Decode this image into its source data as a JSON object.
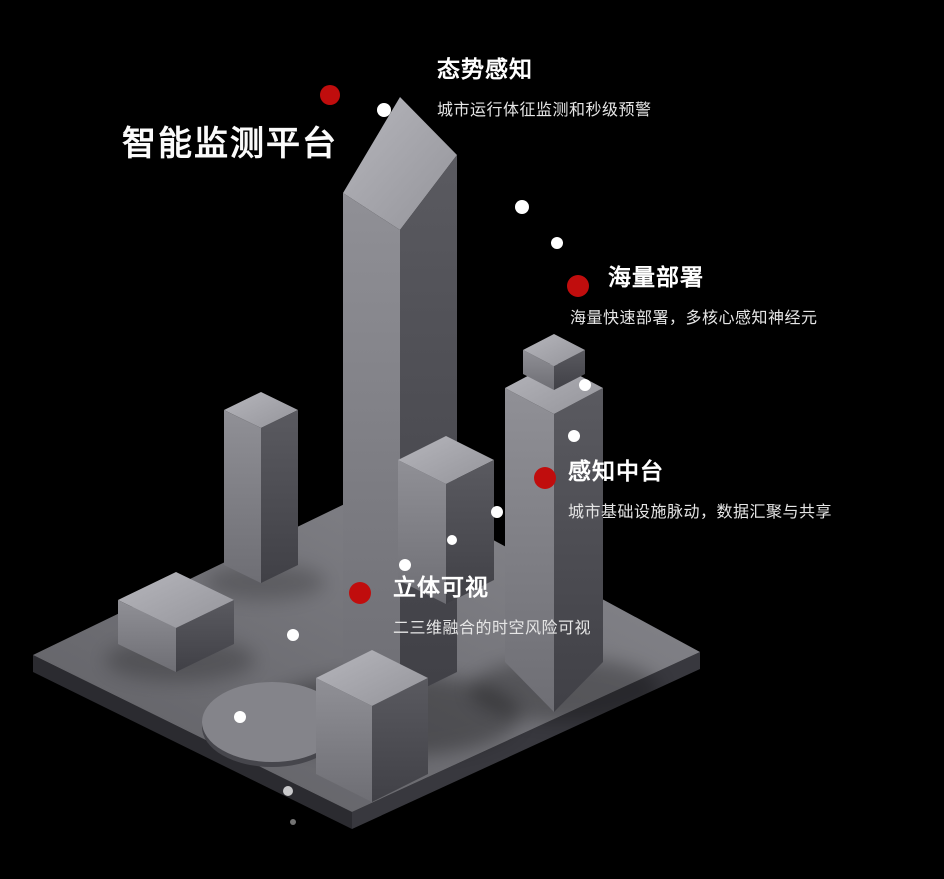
{
  "title": "智能监测平台",
  "annotations": [
    {
      "label": "态势感知",
      "desc": "城市运行体征监测和秒级预警"
    },
    {
      "label": "海量部署",
      "desc": "海量快速部署，多核心感知神经元"
    },
    {
      "label": "感知中台",
      "desc": "城市基础设施脉动，数据汇聚与共享"
    },
    {
      "label": "立体可视",
      "desc": "二三维融合的时空风险可视"
    }
  ],
  "colors": {
    "background": "#000000",
    "accent": "#c00d0d",
    "heading_text": "#ffffff",
    "body_text": "#e6e6e6",
    "path_dot": "#ffffff"
  }
}
